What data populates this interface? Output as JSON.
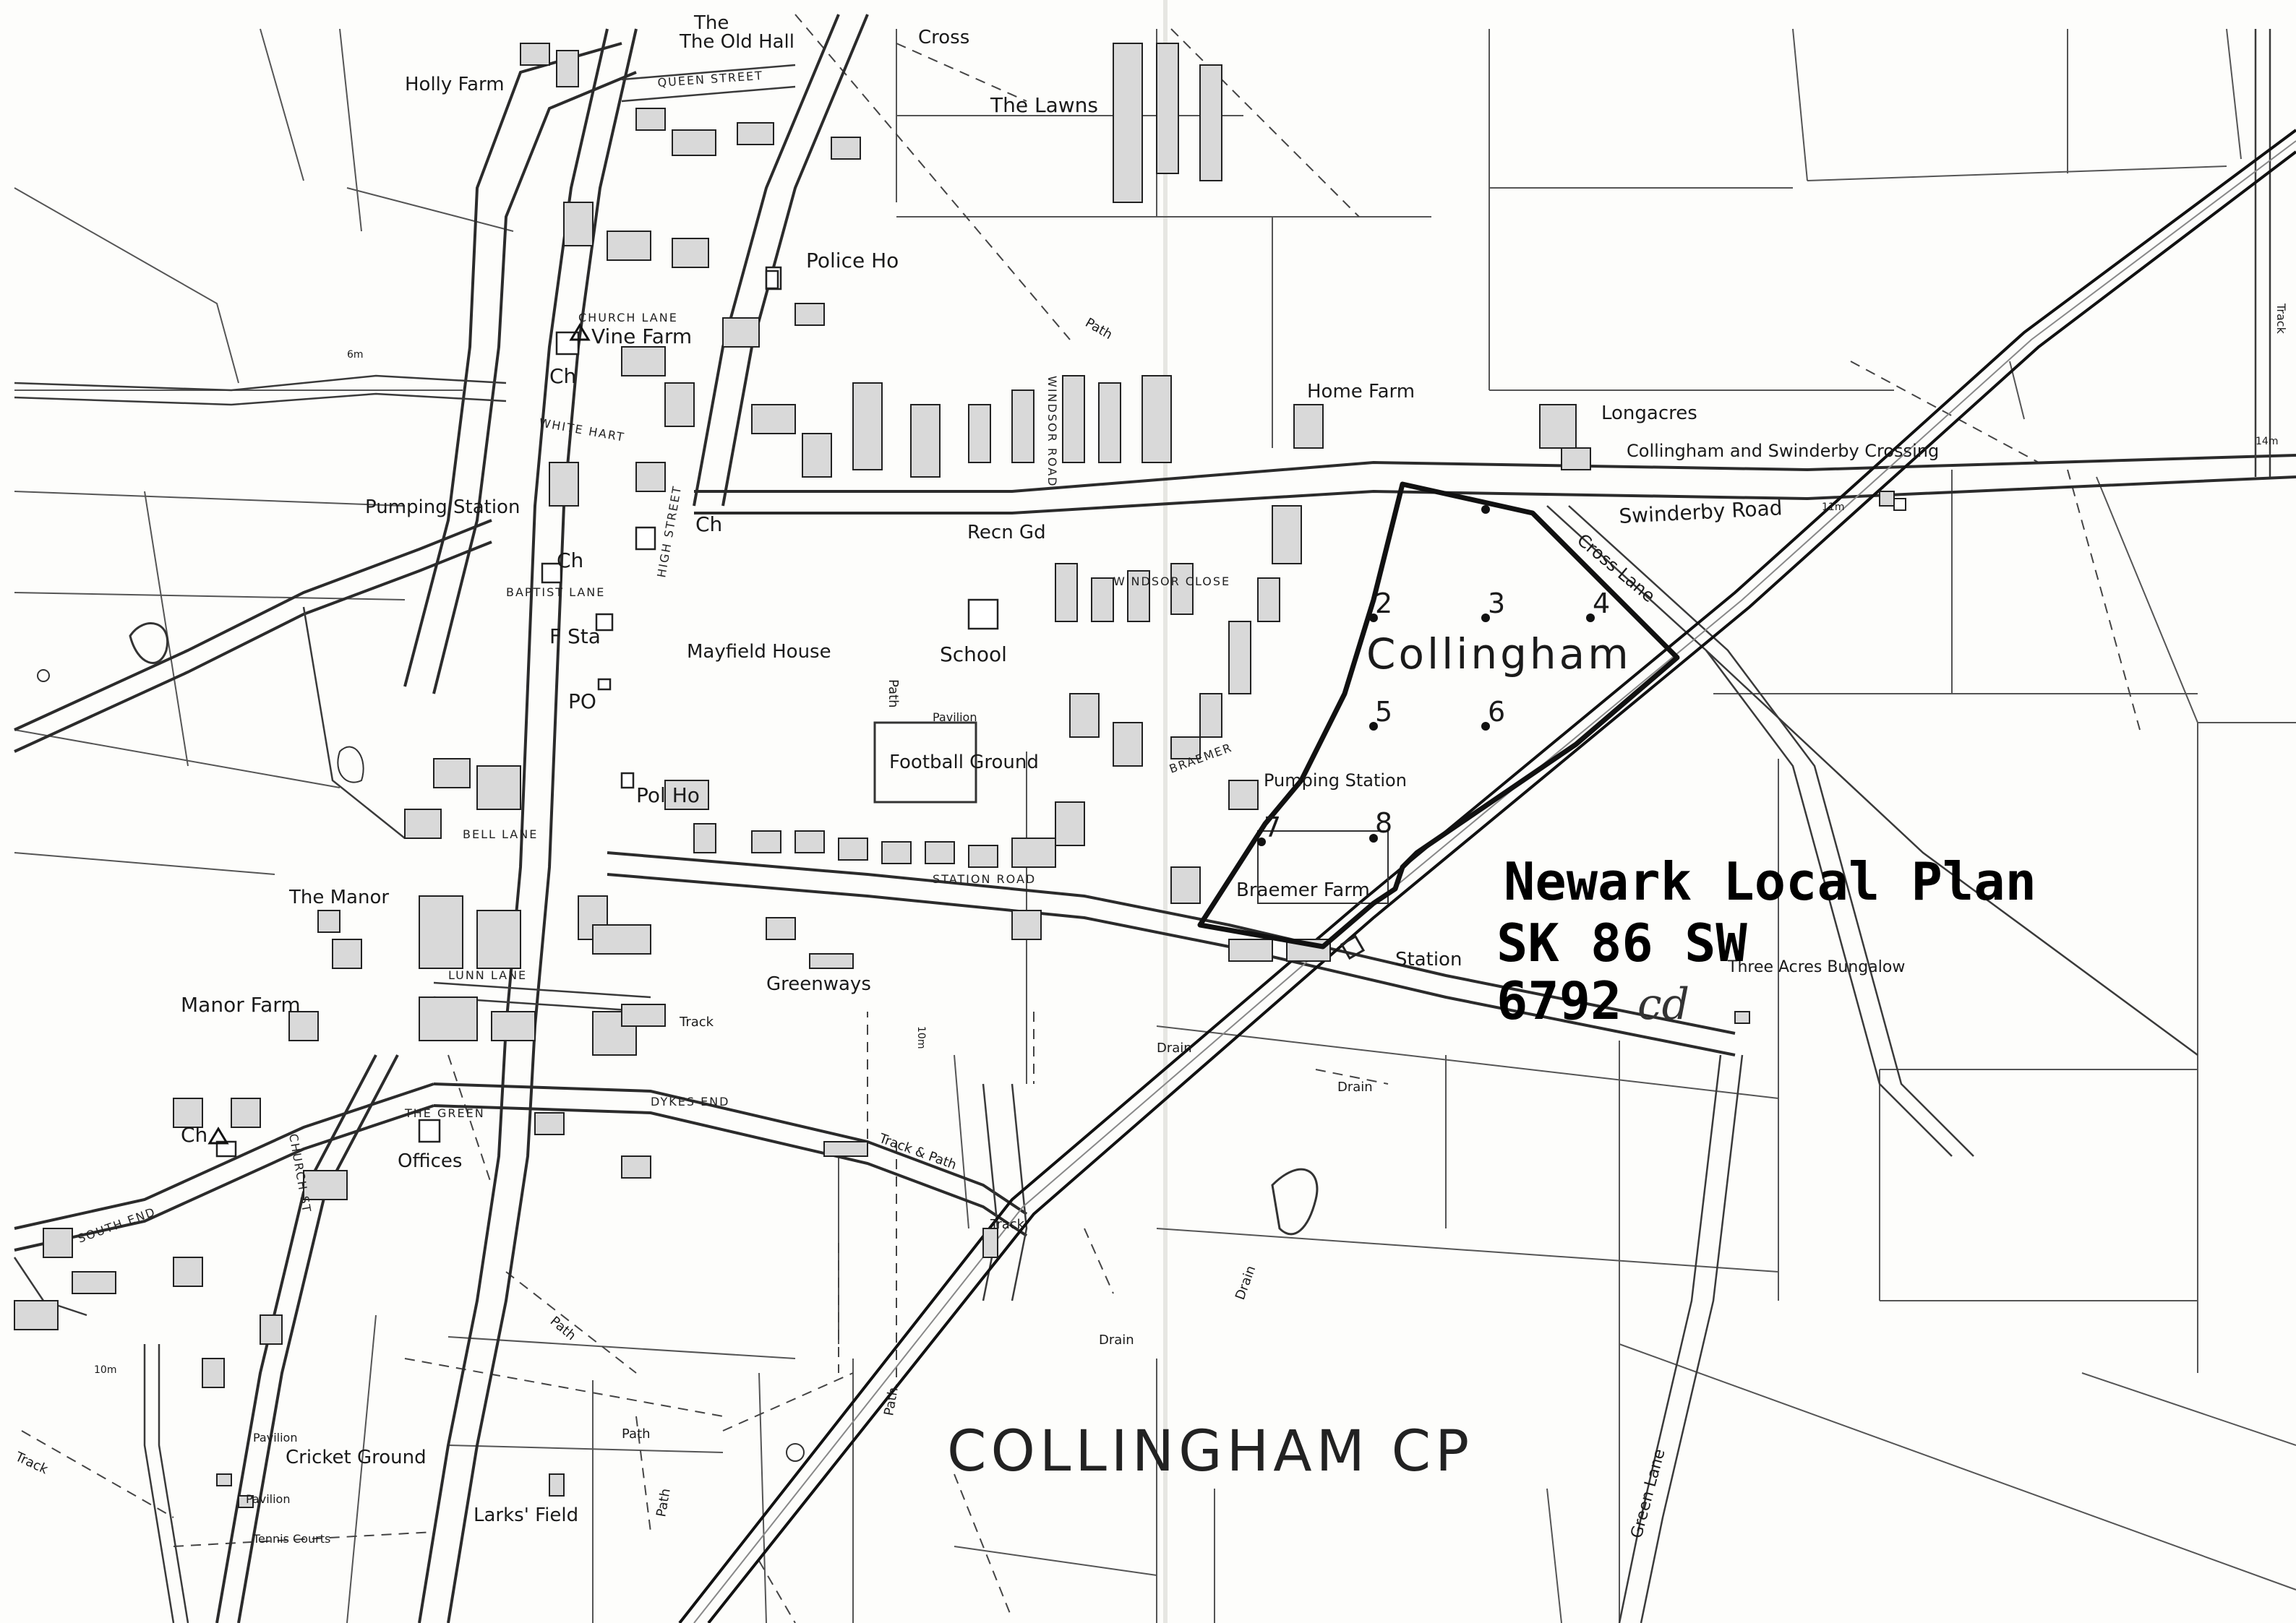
{
  "map": {
    "labels": {
      "old_hall": "The Old Hall",
      "cross": "Cross",
      "holly_farm": "Holly Farm",
      "the_lawns": "The Lawns",
      "police_ho_top": "Police Ho",
      "vine_farm": "Vine Farm",
      "ch_1": "Ch",
      "home_farm": "Home Farm",
      "longacres": "Longacres",
      "crossing": "Collingham and Swinderby Crossing",
      "swinderby_road": "Swinderby Road",
      "cross_lane": "Cross Lane",
      "pumping_station_w": "Pumping Station",
      "ch_2": "Ch",
      "ch_3": "Ch",
      "recn_gd": "Recn Gd",
      "windsor_close": "WINDSOR CLOSE",
      "f_sta": "F Sta",
      "mayfield_house": "Mayfield House",
      "school": "School",
      "po": "PO",
      "pavilion_1": "Pavilion",
      "football_ground": "Football Ground",
      "pumping_station_e": "Pumping Station",
      "pol_ho": "Pol Ho",
      "station_road": "STATION ROAD",
      "braemer_farm": "Braemer Farm",
      "the_manor": "The Manor",
      "manor_farm": "Manor Farm",
      "greenways": "Greenways",
      "lunn_lane": "LUNN LANE",
      "station": "Station",
      "three_acres": "Three Acres Bungalow",
      "track_1": "Track",
      "drain_1": "Drain",
      "drain_2": "Drain",
      "drain_3": "Drain",
      "drain_4": "Drain",
      "dykes_end": "DYKES END",
      "the_green": "THE GREEN",
      "offices": "Offices",
      "ch_4": "Ch",
      "track_path": "Track & Path",
      "track_2": "Track",
      "path_1": "Path",
      "path_2": "Path",
      "path_3": "Path",
      "path_4": "Path",
      "cricket_ground": "Cricket Ground",
      "pavilion_2": "Pavilion",
      "pavilion_3": "Pavilion",
      "tennis_courts": "Tennis Courts",
      "larks_field": "Larks' Field",
      "green_lane": "Green Lane",
      "track_3": "Track",
      "queen_street": "QUEEN STREET",
      "church_lane": "CHURCH LANE",
      "white_hart": "WHITE HART",
      "high_street": "HIGH STREET",
      "baptist_lane": "BAPTIST LANE",
      "windsor_road": "WINDSOR ROAD",
      "braemer_rd": "BRAEMER",
      "bell_lane": "BELL LANE",
      "church_st": "CHURCH ST",
      "south_end": "SOUTH END",
      "m6": "6m",
      "m14": "14m",
      "m11": "11m",
      "m10a": "10m",
      "m10b": "10m",
      "track_4": "Track",
      "path_5": "Path",
      "path_6": "Path"
    },
    "site_name": "Collingham",
    "parish": "COLLINGHAM CP",
    "site_points": [
      "2",
      "3",
      "4",
      "5",
      "6",
      "7",
      "8"
    ],
    "stamp": {
      "line1": "Newark Local Plan",
      "line2": "SK 86 SW",
      "line3": "6792",
      "handwritten": "cd"
    }
  }
}
